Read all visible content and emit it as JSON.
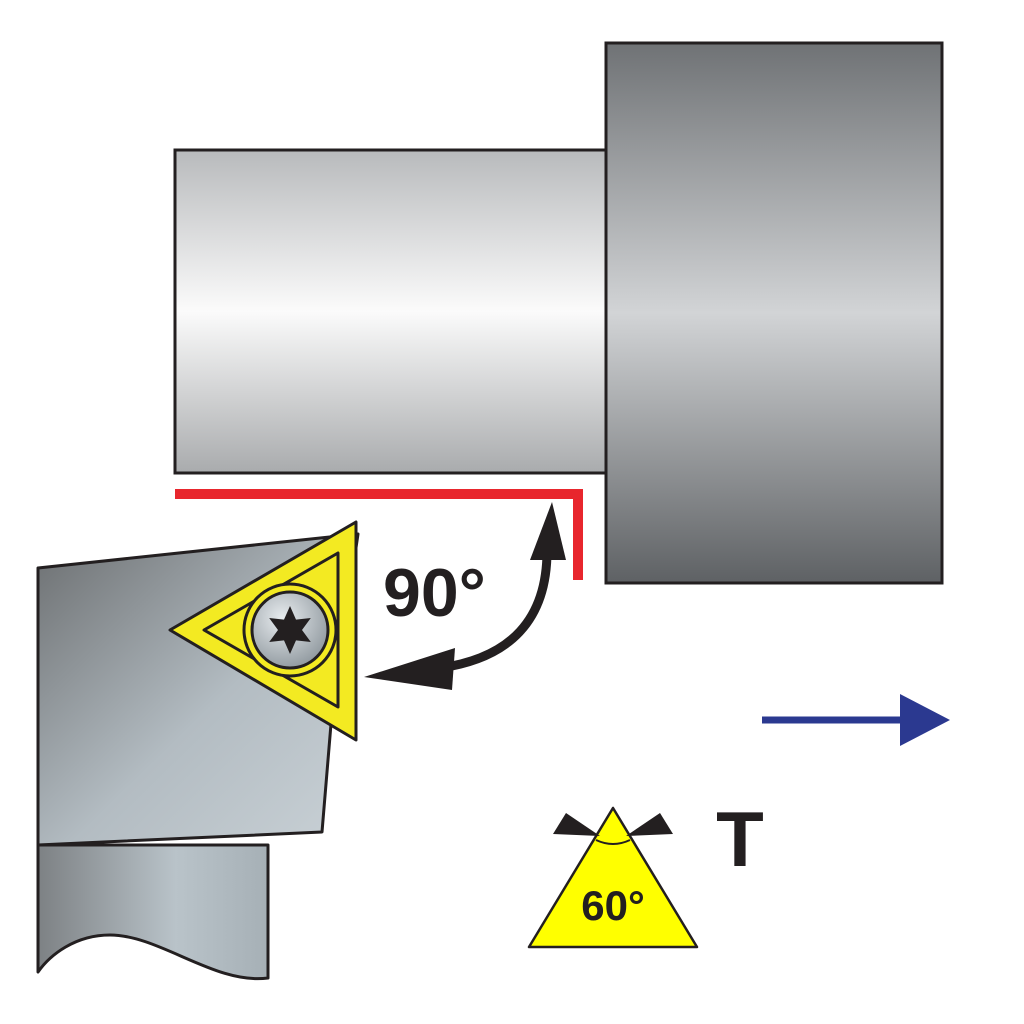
{
  "labels": {
    "angle": "90°",
    "insert_shape_letter": "T",
    "insert_angle": "60°"
  },
  "colors": {
    "cut_path": "#e8262d",
    "insert": "#f3ea22",
    "feed_arrow": "#2b3990",
    "shape_badge": "#ffff00",
    "outline": "#231f20"
  },
  "icons": {
    "screw": "torx-screw-icon",
    "feed": "feed-direction-arrow-icon"
  }
}
